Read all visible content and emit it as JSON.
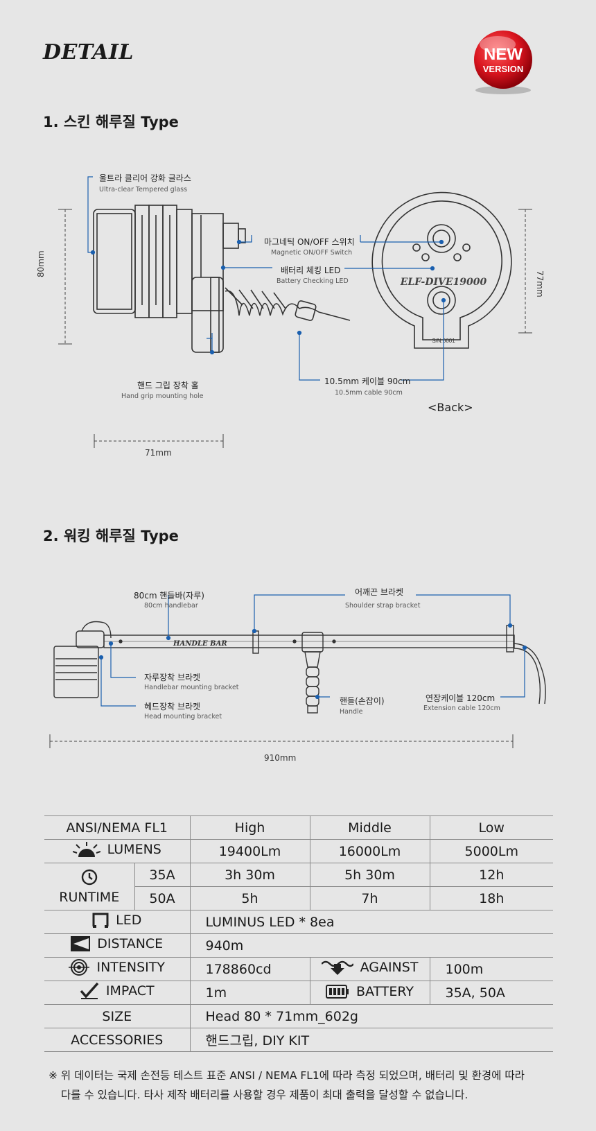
{
  "header": {
    "title": "DETAIL",
    "badge_line1": "NEW",
    "badge_line2": "VERSION"
  },
  "section1": {
    "title": "1. 스킨 해루질 Type",
    "callouts": {
      "glass_ko": "울트라 클리어 강화 글라스",
      "glass_en": "Ultra-clear Tempered glass",
      "switch_ko": "마그네틱 ON/OFF 스위치",
      "switch_en": "Magnetic ON/OFF Switch",
      "led_ko": "배터리 체킹 LED",
      "led_en": "Battery Checking LED",
      "hole_ko": "핸드 그립 장착 홀",
      "hole_en": "Hand grip mounting hole",
      "cable_ko": "10.5mm 케이블 90cm",
      "cable_en": "10.5mm cable 90cm"
    },
    "dims": {
      "height": "80mm",
      "width": "71mm",
      "back_height": "77mm"
    },
    "back_model": "ELF-DIVE19000",
    "back_serial": "S/N:0001",
    "back_label": "<Back>"
  },
  "section2": {
    "title": "2. 워킹 해루질 Type",
    "callouts": {
      "bar_ko": "80cm 핸들바(자루)",
      "bar_en": "80cm handlebar",
      "shoulder_ko": "어깨끈 브라켓",
      "shoulder_en": "Shoulder strap bracket",
      "hbracket_ko": "자루장착 브라켓",
      "hbracket_en": "Handlebar mounting bracket",
      "head_ko": "헤드장착 브라켓",
      "head_en": "Head mounting bracket",
      "handle_ko": "핸들(손잡이)",
      "handle_en": "Handle",
      "ext_ko": "연장케이블 120cm",
      "ext_en": "Extension cable 120cm"
    },
    "bar_text": "HANDLE BAR",
    "dim": "910mm"
  },
  "specs": {
    "header": [
      "ANSI/NEMA FL1",
      "High",
      "Middle",
      "Low"
    ],
    "lumens": {
      "label": "LUMENS",
      "values": [
        "19400Lm",
        "16000Lm",
        "5000Lm"
      ]
    },
    "runtime": {
      "label": "RUNTIME",
      "rows": [
        {
          "battery": "35A",
          "values": [
            "3h 30m",
            "5h 30m",
            "12h"
          ]
        },
        {
          "battery": "50A",
          "values": [
            "5h",
            "7h",
            "18h"
          ]
        }
      ]
    },
    "led": {
      "label": "LED",
      "value": "LUMINUS LED * 8ea"
    },
    "distance": {
      "label": "DISTANCE",
      "value": "940m"
    },
    "intensity": {
      "label": "INTENSITY",
      "value": "178860cd"
    },
    "against": {
      "label": "AGAINST",
      "value": "100m"
    },
    "impact": {
      "label": "IMPACT",
      "value": "1m"
    },
    "battery": {
      "label": "BATTERY",
      "value": "35A, 50A"
    },
    "size": {
      "label": "SIZE",
      "value": "Head 80 * 71mm_602g"
    },
    "accessories": {
      "label": "ACCESSORIES",
      "value": "핸드그립, DIY KIT"
    }
  },
  "note": {
    "line1": "※ 위 데이터는 국제 손전등 테스트 표준 ANSI / NEMA FL1에 따라 측정 되었으며, 배터리 및 환경에 따라",
    "line2": "다를 수 있습니다. 타사 제작 배터리를 사용할 경우 제품이 최대 출력을 달성할 수 없습니다."
  },
  "colors": {
    "accent": "#1a5fae",
    "badge": "#d8141e",
    "line": "#333333"
  }
}
